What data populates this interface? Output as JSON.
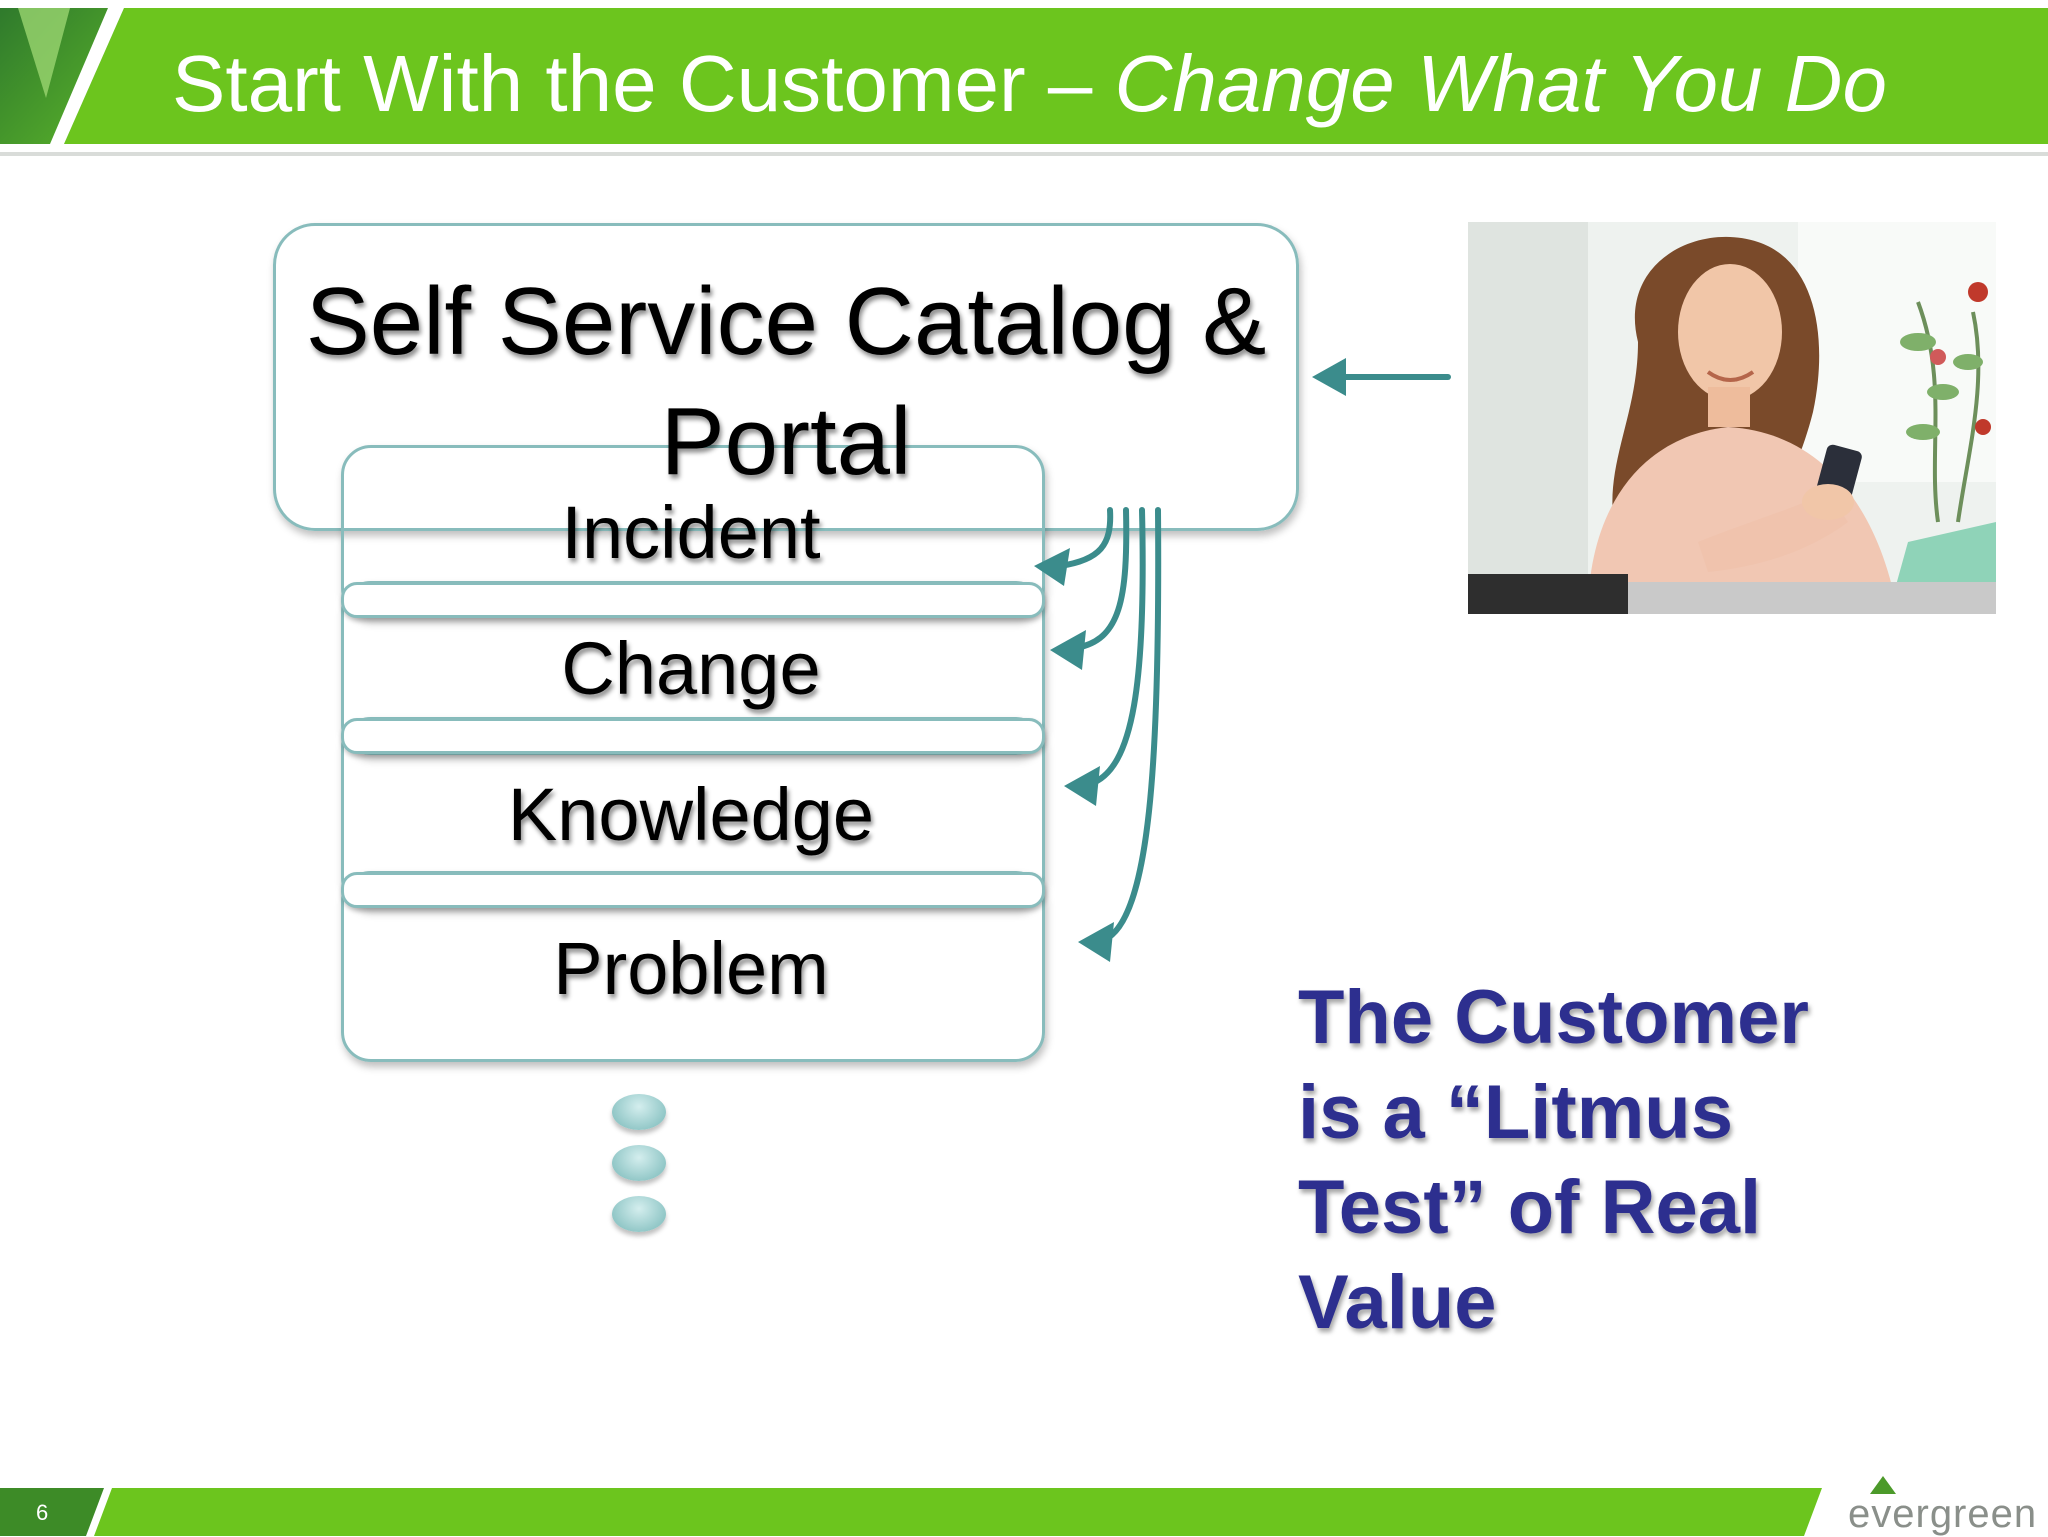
{
  "header": {
    "title_plain": "Start With the Customer – ",
    "title_italic": "Change What You Do"
  },
  "diagram": {
    "main_box": "Self Service Catalog & Portal",
    "stack": [
      "Incident",
      "Change",
      "Knowledge",
      "Problem"
    ]
  },
  "callout": {
    "lines": [
      "The Customer",
      "is a “Litmus",
      "Test” of Real",
      "Value"
    ]
  },
  "footer": {
    "page_number": "6",
    "logo_text": "evergreen"
  },
  "colors": {
    "accent_green": "#6cc51e",
    "teal": "#3b8c8c",
    "callout_navy": "#2d2f8f"
  }
}
